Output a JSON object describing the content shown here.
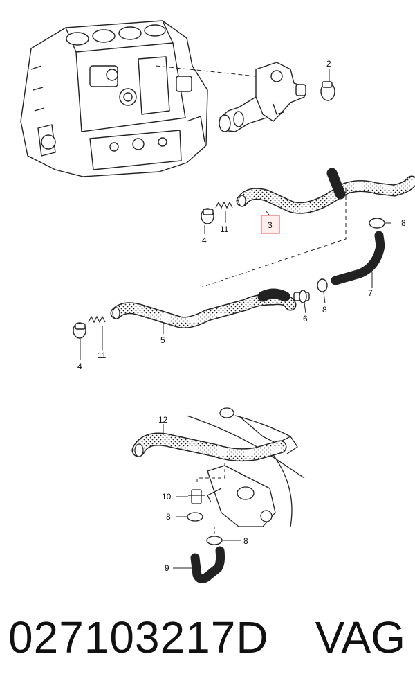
{
  "callouts": {
    "c1": "2",
    "c2": "3",
    "c3": "4",
    "c4": "11",
    "c5": "8",
    "c6": "7",
    "c7": "6",
    "c8": "8",
    "c9": "5",
    "c10": "4",
    "c11": "11",
    "c12": "12",
    "c13": "10",
    "c14": "8",
    "c15": "8",
    "c16": "9"
  },
  "footer": {
    "part_number": "027103217D",
    "brand": "VAG"
  },
  "colors": {
    "line": "#222222",
    "highlight_box": "#e88a8a",
    "hose_fill": "#ffffff"
  }
}
